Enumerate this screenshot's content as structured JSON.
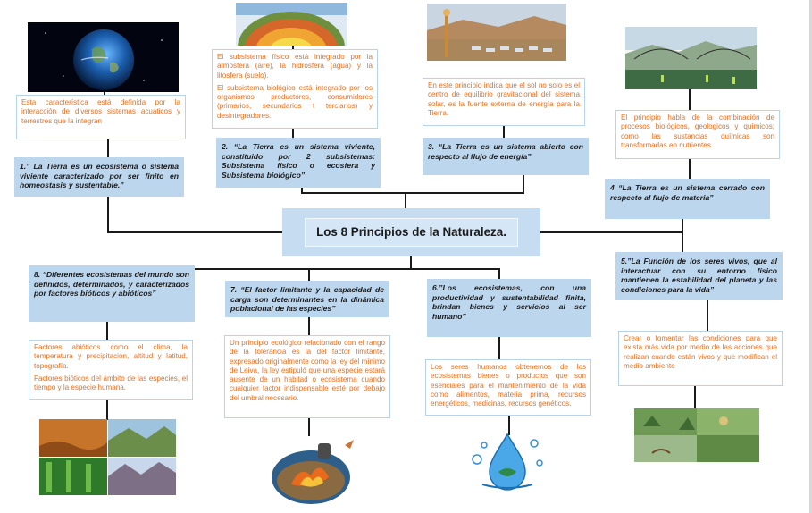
{
  "central": {
    "title": "Los 8 Principios de la Naturaleza."
  },
  "principles": [
    {
      "title": "1.” La Tierra es un ecosistema o sistema viviente caracterizado por ser finito en homeostasis y sustentable.”",
      "desc": [
        "Esta característica está definida por la interacción de diversos sistemas acuaticos y terrestres que la integran"
      ]
    },
    {
      "title": "2. “La Tierra es un sistema viviente, constituido por 2 subsistemas: Subsistema físico o ecosfera y Subsistema biológico”",
      "desc": [
        "El subsistema físico está integrado por la atmosfera (aire), la hidrosfera (agua) y la litosfera (suelo).",
        "El subsistema biológico está integrado por los organismos productores, consumidores (primarios, secundarios t terciarios) y desintegradores."
      ]
    },
    {
      "title": "3. “La Tierra es un sistema abierto con respecto al flujo de energía”",
      "desc": [
        "En este principio indica que el sol no solo es el centro de equilibrio gravitacional del sistema solar, es la fuente externa de energía para la Tierra."
      ]
    },
    {
      "title": "4  “La Tierra es un sistema cerrado con respecto al flujo de materia”",
      "desc": [
        "El principio habla de la combinación de procesos biológicos, geologicos y químicos; como las sustancias químicas son transformadas en nutrientes"
      ]
    },
    {
      "title": "5.”La Función de los seres vivos, que al interactuar con su entorno físico mantienen la estabilidad del planeta y las condiciones para la vida”",
      "desc": [
        "Crear o fomentar las condiciones para que exista más vida por medio de las acciones que realizan cuando están vivos y que modifican el medio ambiente"
      ]
    },
    {
      "title": "6.”Los ecosistemas, con una productividad y sustentabilidad finita, brindan bienes y servicios al ser humano”",
      "desc": [
        "Los seres humanos obtenemos de los ecosistemas bienes o productos que son esenciales para el mantenimiento de la vida como alimentos, materia prima, recursos energéticos, medicinas, recursos genéticos."
      ]
    },
    {
      "title": "7. “El factor limitante y la capacidad de carga son determinantes en la dinámica poblacional de las especies”",
      "desc": [
        "Un principio ecológico relacionado con el rango de la tolerancia es la del factor limitante, expresado originalmente como la ley del mínimo de Leiva, la ley estipuló que una especie estará ausente de un habitad o ecosistema cuando cualquier factor indispensable esté por debajo del umbral necesario."
      ]
    },
    {
      "title": "8. “Diferentes ecosistemas del mundo son definidos, determinados, y caracterizados por factores bióticos y abióticos”",
      "desc": [
        "Factores abióticos como el clima, la temperatura y precipitación, altitud y latitud, topografía.",
        "Factores bióticos del ámbito de las especies, el tiempo y la especie humana."
      ]
    }
  ],
  "colors": {
    "title_box": "#bcd6ee",
    "info_border": "#b7d3ee",
    "info_text": "#e8701f",
    "connector": "#1a1a1a"
  }
}
